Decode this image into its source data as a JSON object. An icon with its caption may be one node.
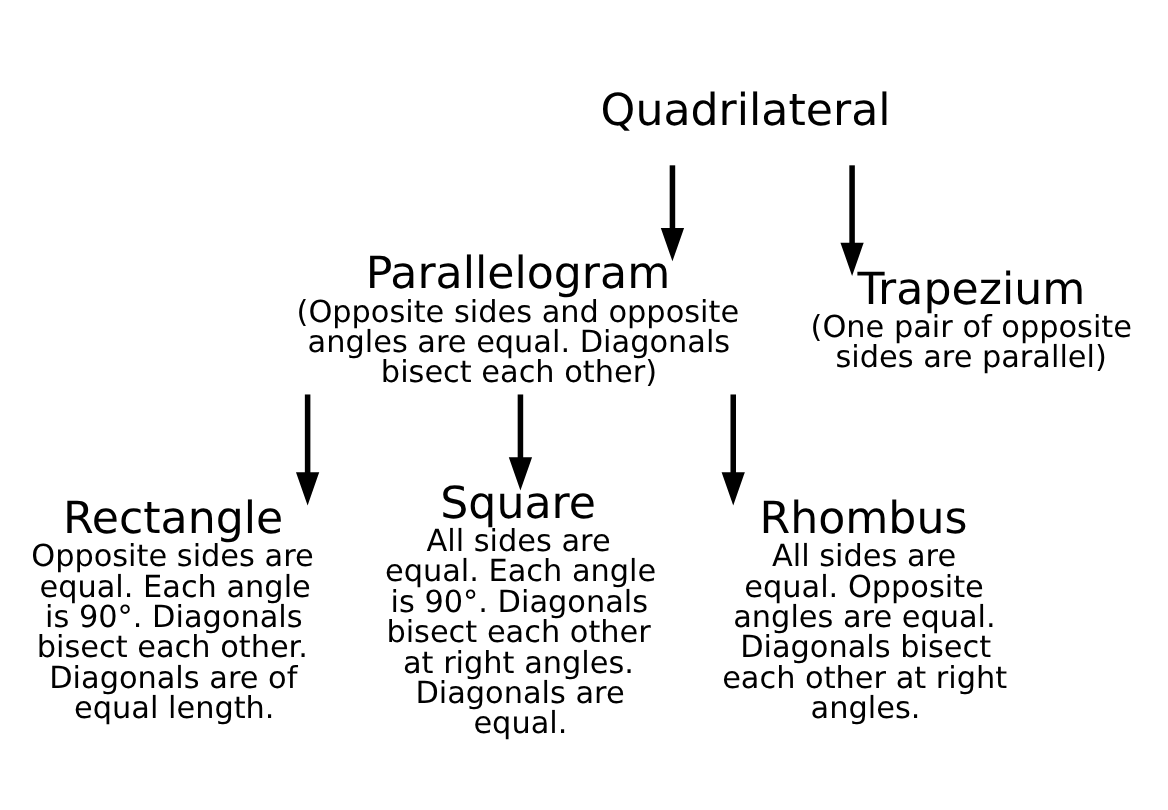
{
  "diagram": {
    "nodes": [
      {
        "text": [
          "Quadrilateral"
        ]
      },
      {
        "text": [
          "Parallelogram",
          "(Opposite sides and opposite angles are equal. Diagonals bisect each other)"
        ]
      },
      {
        "text": [
          "Trapezium",
          "(One pair of opposite sides are parallel)"
        ]
      },
      {
        "text": [
          "Rectangle",
          "Opposite sides are equal. Each angle is 90°. Diagonals bisect each other. Diagonals are of equal length."
        ]
      },
      {
        "text": [
          "Square",
          "All sides are equal. Each angle is 90°. Diagonals bisect each other at right angles. Diagonals are equal."
        ]
      },
      {
        "text": [
          "Rhombus",
          "All sides are equal. Opposite angles are equal. Diagonals bisect each other at right angles."
        ]
      }
    ],
    "edges": [
      {
        "from": 0,
        "to": 1,
        "arrow": "to"
      },
      {
        "from": 0,
        "to": 2,
        "arrow": "to"
      },
      {
        "from": 1,
        "to": 3,
        "arrow": "to"
      },
      {
        "from": 1,
        "to": 4,
        "arrow": "to"
      },
      {
        "from": 1,
        "to": 5,
        "arrow": "to"
      }
    ]
  }
}
